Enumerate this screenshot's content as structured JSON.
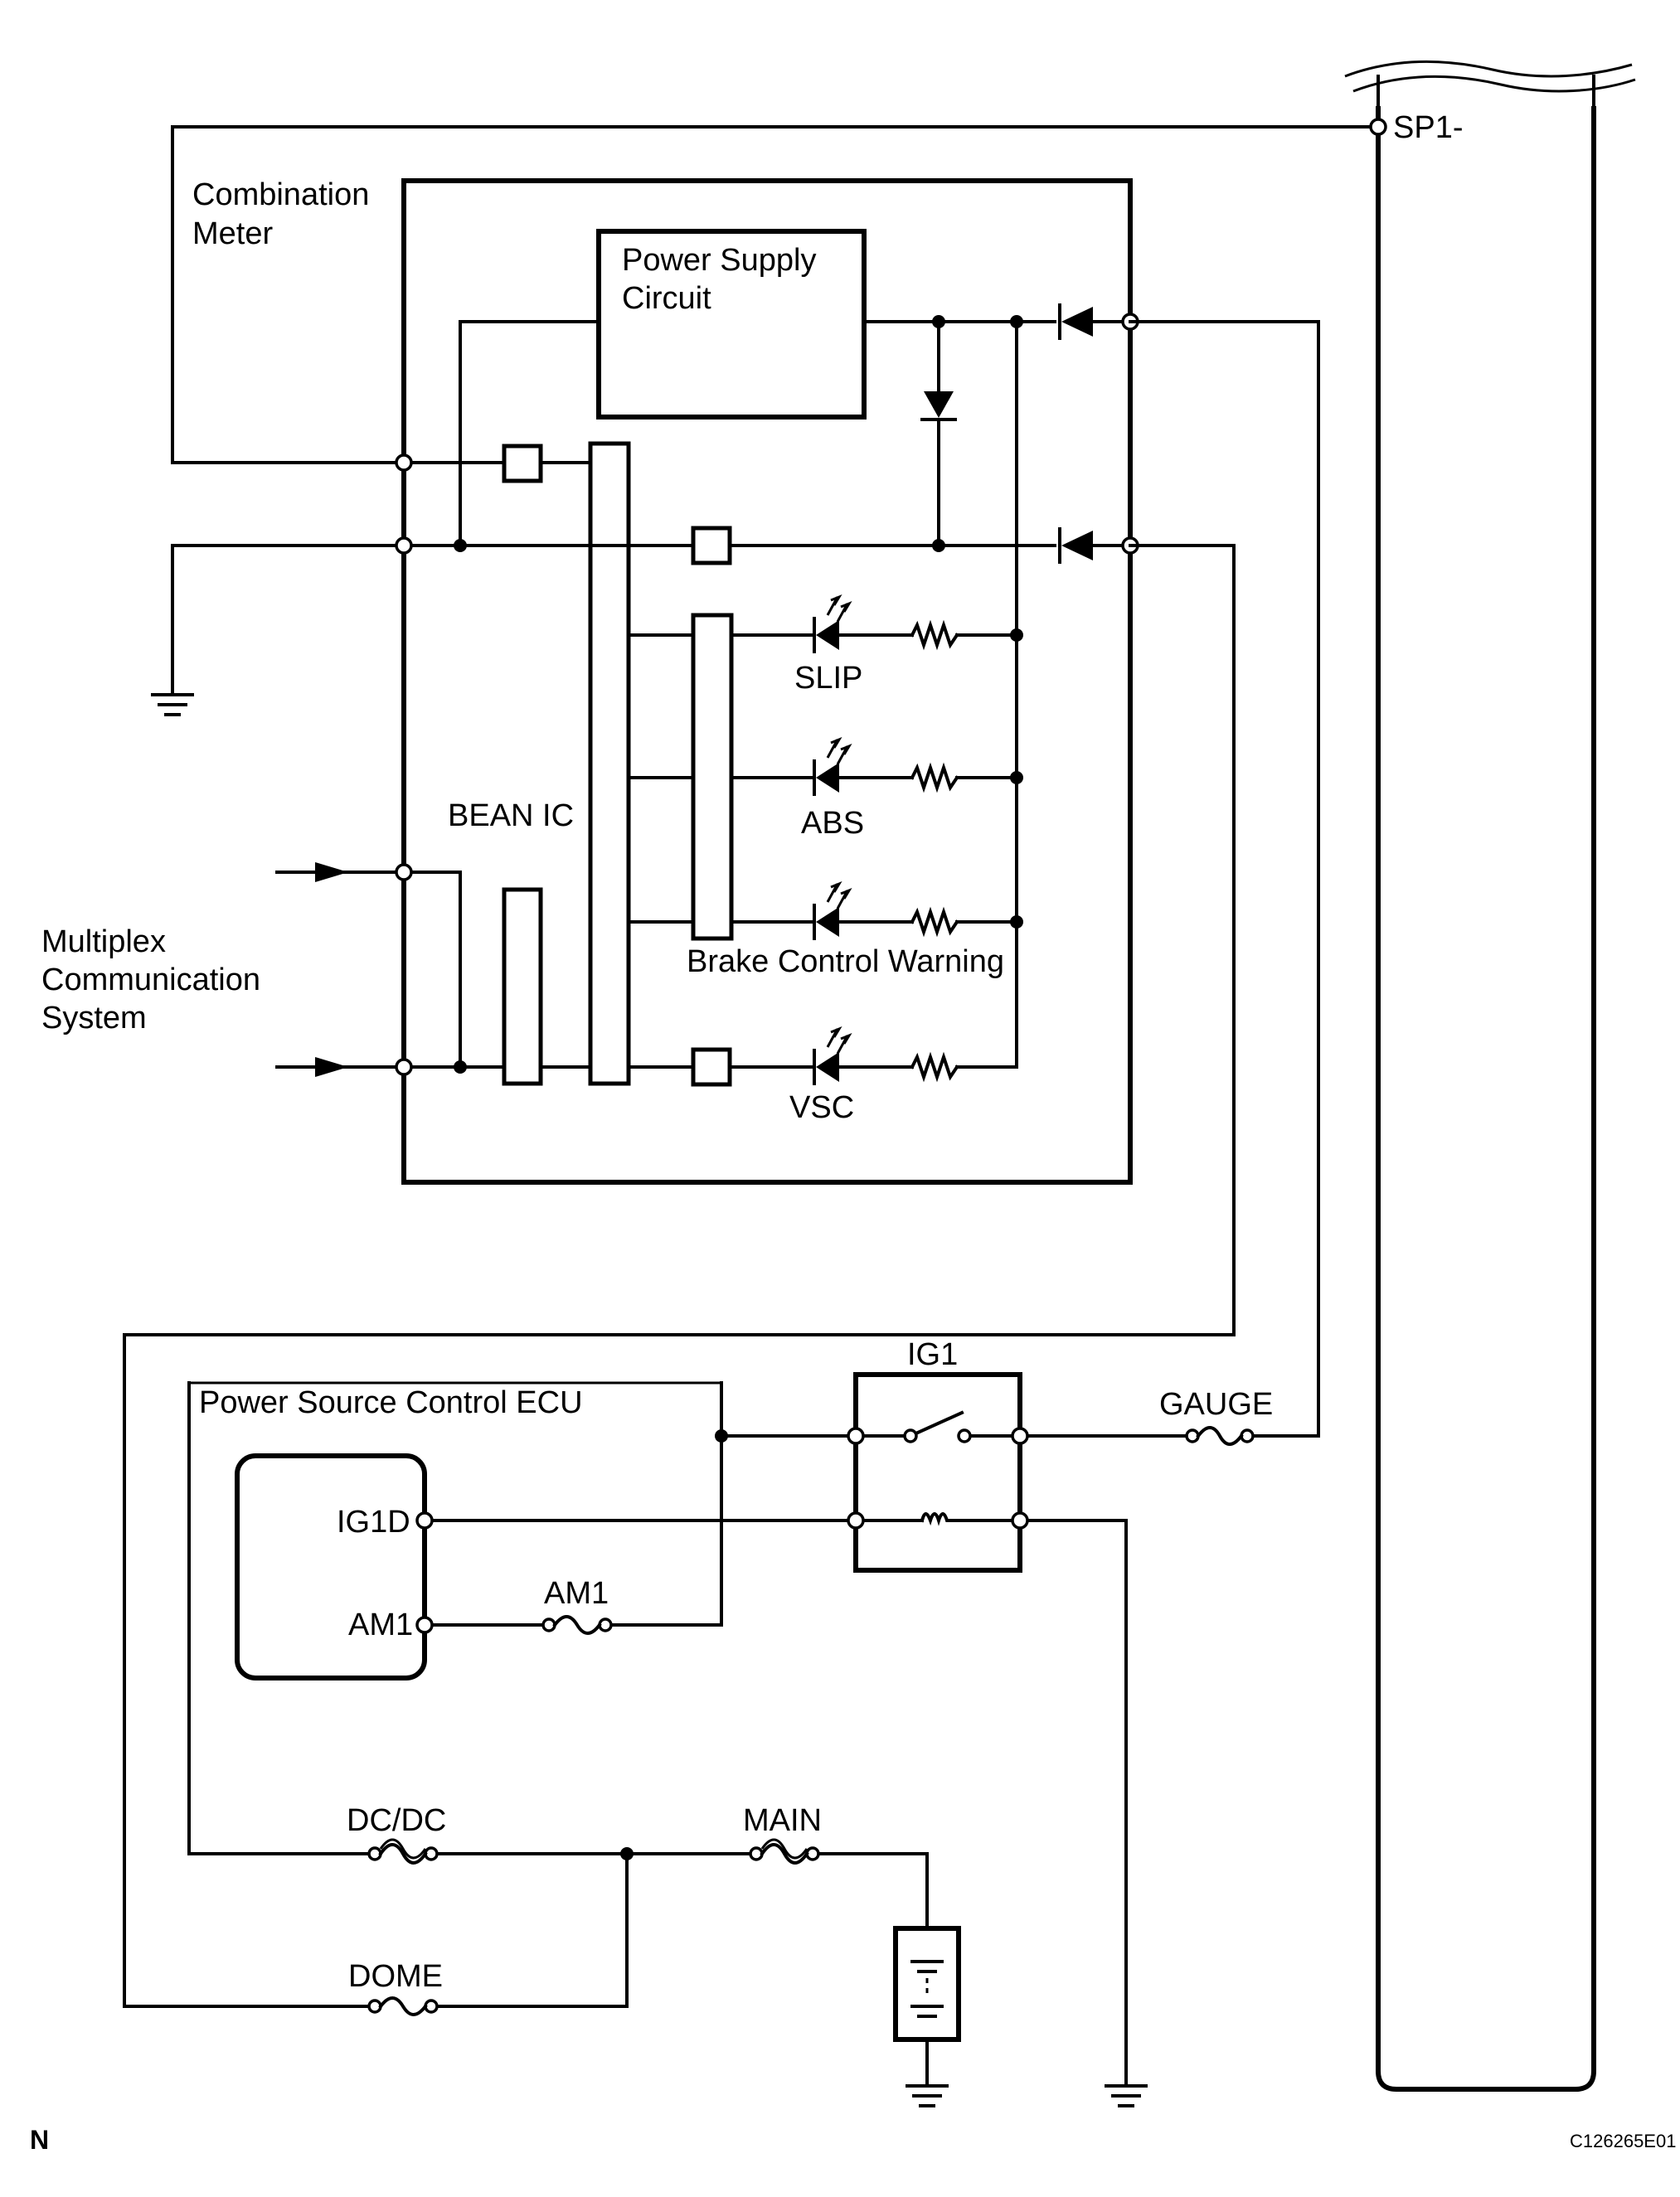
{
  "diagram": {
    "id_code": "C126265E01",
    "orientation_mark": "N",
    "components": {
      "combination_meter": {
        "line1": "Combination",
        "line2": "Meter"
      },
      "power_supply_circuit": {
        "line1": "Power Supply",
        "line2": "Circuit"
      },
      "bean_ic": "BEAN IC",
      "multiplex": {
        "line1": "Multiplex",
        "line2": "Communication",
        "line3": "System"
      },
      "power_source_ecu": "Power Source Control ECU"
    },
    "indicators": [
      "SLIP",
      "ABS",
      "Brake Control Warning",
      "VSC"
    ],
    "terminals": {
      "sp1": "SP1-",
      "ig1d": "IG1D",
      "am1": "AM1"
    },
    "relay": "IG1",
    "fuses": {
      "gauge": "GAUGE",
      "am1": "AM1",
      "dcdc": "DC/DC",
      "main": "MAIN",
      "dome": "DOME"
    }
  }
}
